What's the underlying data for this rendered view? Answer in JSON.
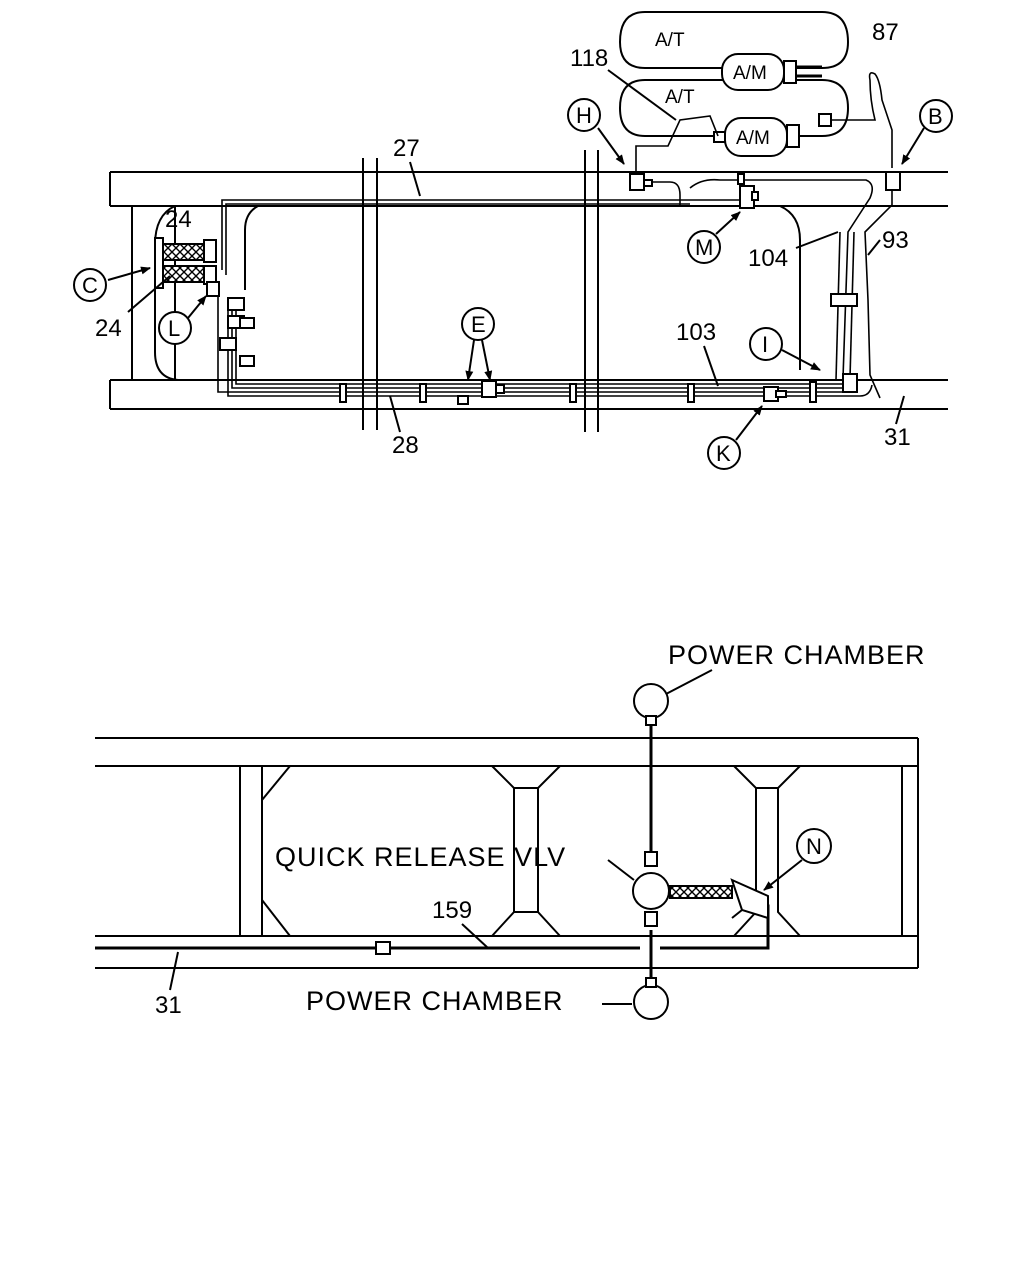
{
  "top_view": {
    "tanks": [
      "A/T",
      "A/T"
    ],
    "modules": [
      "A/M",
      "A/M"
    ],
    "part_numbers": {
      "p27": "27",
      "p28": "28",
      "p24a": "24",
      "p24b": "24",
      "p118": "118",
      "p87": "87",
      "p104": "104",
      "p93": "93",
      "p103": "103",
      "p31": "31"
    },
    "callouts": {
      "c": "C",
      "l": "L",
      "h": "H",
      "b": "B",
      "m": "M",
      "e": "E",
      "i": "I",
      "k": "K"
    }
  },
  "bottom_view": {
    "power_chamber_top": "POWER CHAMBER",
    "power_chamber_bottom": "POWER CHAMBER",
    "quick_release": "QUICK RELEASE VLV",
    "part_numbers": {
      "p159": "159",
      "p31": "31"
    },
    "callouts": {
      "n": "N"
    }
  }
}
